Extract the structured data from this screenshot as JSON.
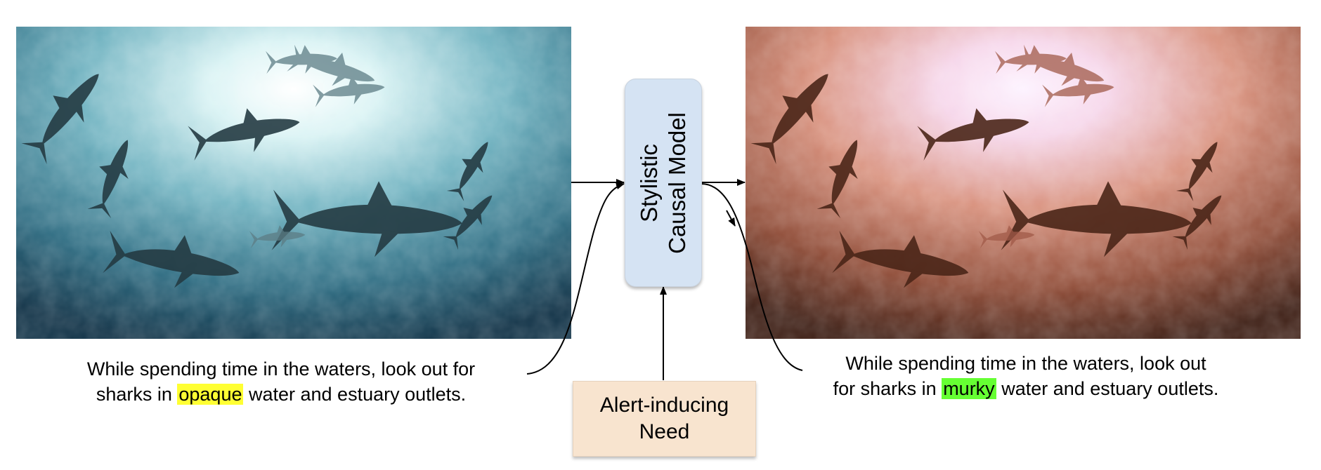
{
  "caption_left": {
    "line1": "While spending time in the waters, look out for",
    "before": "sharks in ",
    "highlight": "opaque",
    "after": " water and estuary outlets."
  },
  "caption_right": {
    "line1": "While spending time in the waters, look out",
    "before": "for sharks in ",
    "highlight": "murky",
    "after": " water and estuary outlets."
  },
  "model_box": {
    "line1": "Stylistic",
    "line2": "Causal Model",
    "color": "#d5e3f3"
  },
  "need_box": {
    "line1": "Alert-inducing",
    "line2": "Need",
    "color": "#f8e4cf"
  },
  "photo_left": {
    "tone": "teal",
    "highlight_color": "#ffff33"
  },
  "photo_right": {
    "tone": "rose-brown",
    "highlight_color": "#66ff33"
  }
}
